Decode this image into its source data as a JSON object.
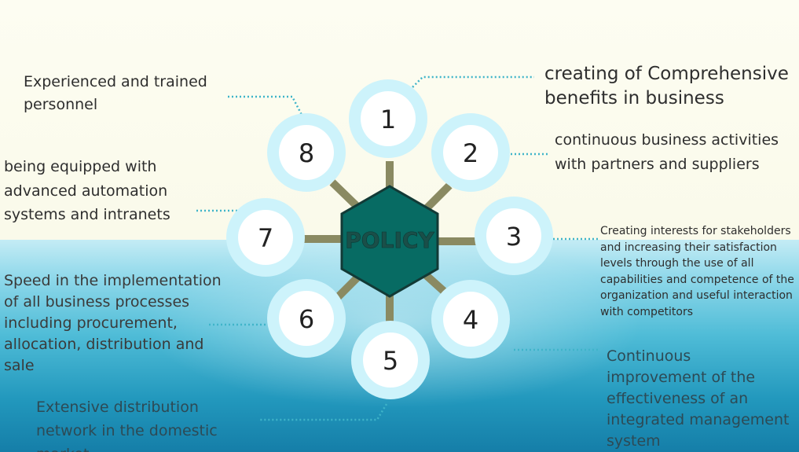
{
  "center": {
    "label": "POLICY"
  },
  "nodes": [
    {
      "number": "1",
      "text": "creating of Comprehensive benefits in business"
    },
    {
      "number": "2",
      "text": "continuous business activities with partners and suppliers"
    },
    {
      "number": "3",
      "text": "Creating  interests for stakeholders and increasing  their satisfaction levels through the use of all capabilities and competence of the organization and useful interaction with competitors"
    },
    {
      "number": "4",
      "text": "Continuous improvement of the effectiveness of an integrated management system"
    },
    {
      "number": "5",
      "text": "Extensive distribution network in the domestic market"
    },
    {
      "number": "6",
      "text": "Speed in the implementation of all business processes including procurement, allocation, distribution and sale"
    },
    {
      "number": "7",
      "text": "being equipped with advanced automation systems and intranets"
    },
    {
      "number": "8",
      "text": "Experienced and trained personnel"
    }
  ],
  "colors": {
    "hexagon_fill": "#076b63",
    "hexagon_stroke": "#123a36",
    "spoke": "#8a8a62",
    "circle_fill": "#ffffff",
    "circle_ring": "#cdf3fb",
    "connector": "#3fb4c9",
    "water_top": "#c4ecf5",
    "water_bottom": "#157ea8"
  }
}
